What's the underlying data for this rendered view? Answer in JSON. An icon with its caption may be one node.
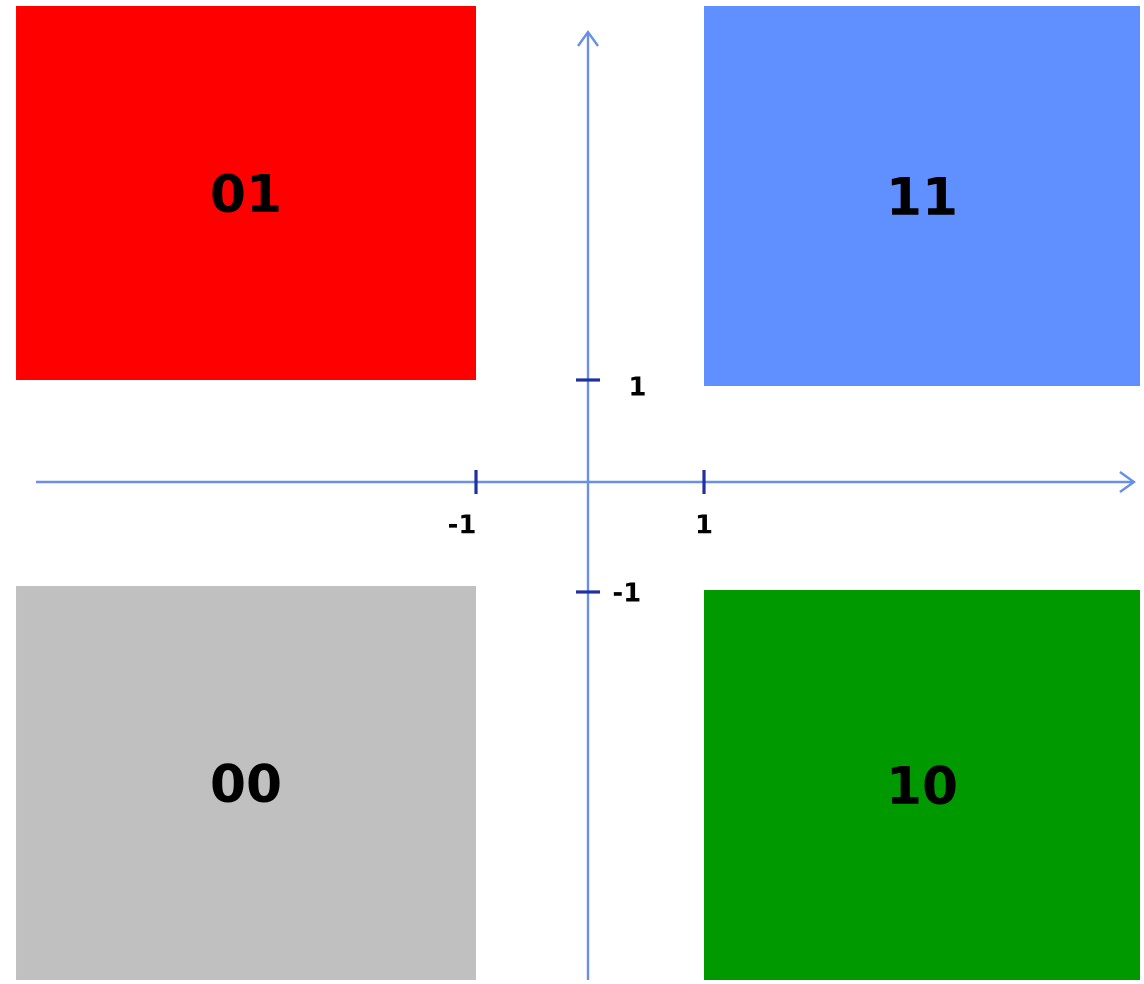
{
  "diagram": {
    "nodes": [
      {
        "text": [
          "01"
        ]
      },
      {
        "text": [
          "11"
        ]
      },
      {
        "text": [
          "00"
        ]
      },
      {
        "text": [
          "10"
        ]
      }
    ],
    "labels": [
      "1",
      "-1",
      "1",
      "-1"
    ]
  }
}
